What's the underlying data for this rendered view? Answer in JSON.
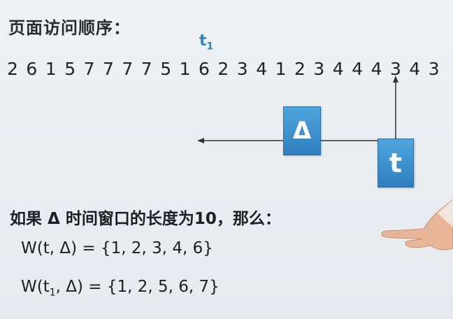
{
  "title": "页面访问顺序：",
  "t1_label": {
    "main": "t",
    "sub": "1"
  },
  "sequence": [
    "2",
    "6",
    "1",
    "5",
    "7",
    "7",
    "7",
    "7",
    "5",
    "1",
    "6",
    "2",
    "3",
    "4",
    "1",
    "2",
    "3",
    "4",
    "4",
    "4",
    "3",
    "4",
    "3"
  ],
  "delta_symbol": "Δ",
  "t_symbol": "t",
  "condition": "如果 Δ 时间窗口的长度为10，那么：",
  "w_t": "W(t, Δ) =  {1, 2, 3, 4, 6}",
  "w_t1": {
    "prefix": "W(t",
    "sub": "1",
    "suffix": ", Δ) = {1, 2, 5, 6, 7}"
  },
  "colors": {
    "accent_blue": "#2f7fc0",
    "t1_blue": "#2c86c7",
    "background": "#eaeef1"
  }
}
